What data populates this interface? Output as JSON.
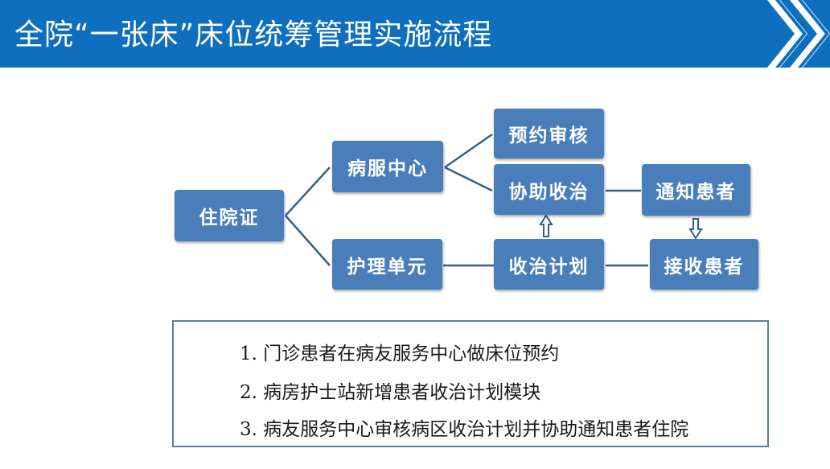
{
  "header": {
    "title": "全院“一张床”床位统筹管理实施流程"
  },
  "diagram": {
    "nodes": {
      "admission_permit": "住院证",
      "patient_service_center": "病服中心",
      "reservation_review": "预约审核",
      "assist_admission": "协助收治",
      "notify_patient": "通知患者",
      "nursing_unit": "护理单元",
      "admission_plan": "收治计划",
      "receive_patient": "接收患者"
    }
  },
  "notes": [
    "1. 门诊患者在病友服务中心做床位预约",
    "2. 病房护士站新增患者收治计划模块",
    "3. 病友服务中心审核病区收治计划并协助通知患者住院"
  ],
  "colors": {
    "banner": "#0f6fbf",
    "node": "#4a7ebb",
    "connector": "#385d8a"
  }
}
